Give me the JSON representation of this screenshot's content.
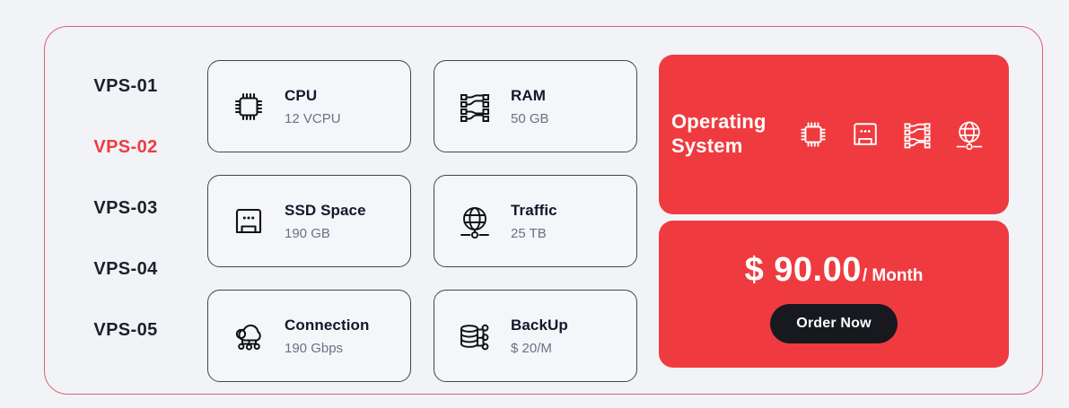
{
  "theme": {
    "page_background": "#f1f3f7",
    "accent_red": "#ef3b3f",
    "frame_border": "#e0616a",
    "card_border": "#40444d",
    "card_background": "#f5f6fa",
    "title_text": "#13182a",
    "value_text": "#6b7180",
    "button_dark": "#17191f"
  },
  "plans": [
    {
      "label": "VPS-01",
      "active": false
    },
    {
      "label": "VPS-02",
      "active": true
    },
    {
      "label": "VPS-03",
      "active": false
    },
    {
      "label": "VPS-04",
      "active": false
    },
    {
      "label": "VPS-05",
      "active": false
    }
  ],
  "specs": [
    {
      "icon": "cpu-chip-icon",
      "title": "CPU",
      "value": "12 VCPU"
    },
    {
      "icon": "ram-circuit-icon",
      "title": "RAM",
      "value": "50 GB"
    },
    {
      "icon": "ssd-drive-icon",
      "title": "SSD Space",
      "value": "190 GB"
    },
    {
      "icon": "globe-icon",
      "title": "Traffic",
      "value": "25 TB"
    },
    {
      "icon": "cloud-network-icon",
      "title": "Connection",
      "value": "190 Gbps"
    },
    {
      "icon": "database-icon",
      "title": "BackUp",
      "value": "$ 20/M"
    }
  ],
  "operating_system": {
    "title_line1": "Operating",
    "title_line2": "System",
    "icons": [
      "cpu-chip-icon",
      "ssd-drive-icon",
      "ram-circuit-icon",
      "globe-icon"
    ]
  },
  "price": {
    "amount": "$ 90.00",
    "period": "/ Month",
    "order_label": "Order Now"
  }
}
